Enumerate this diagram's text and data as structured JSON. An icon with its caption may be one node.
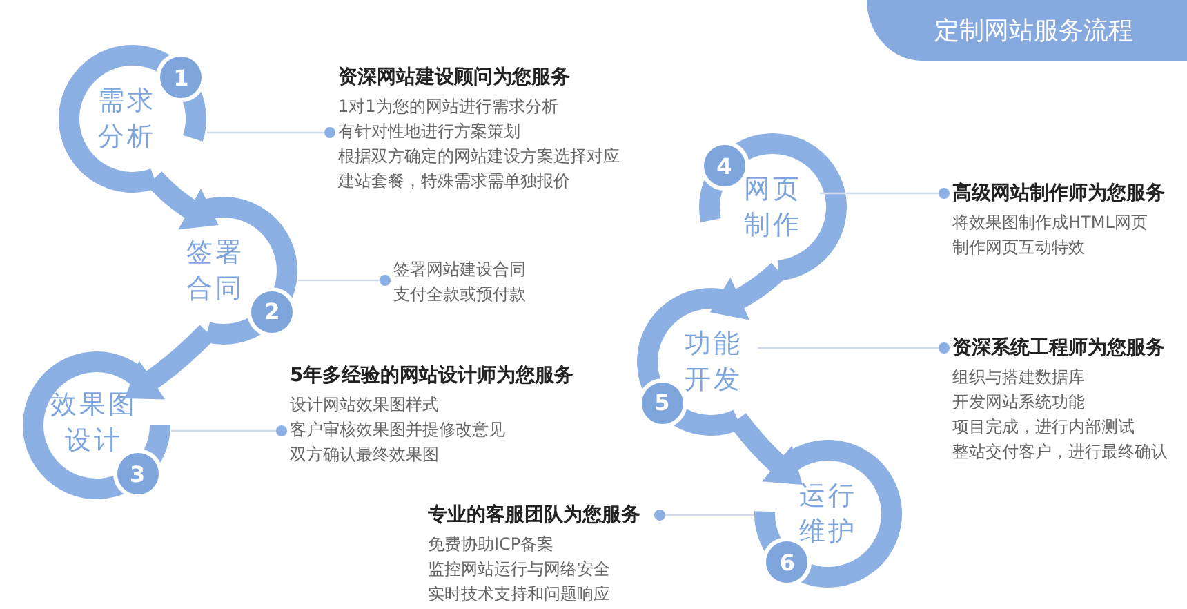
{
  "diagram": {
    "title": "定制网站服务流程",
    "nodes": [
      {
        "text": [
          "需求分析"
        ]
      },
      {
        "text": [
          "1"
        ],
        "in": 0
      },
      {
        "text": [
          "资深网站建设顾问为您服务",
          "1对1为您的网站进行需求分析",
          "有针对性地进行方案策划",
          "根据双方确定的网站建设方案选择对应建站套餐，特殊需求需单独报价"
        ]
      },
      {
        "text": [
          "签署合同"
        ]
      },
      {
        "text": [
          "2"
        ],
        "in": 3
      },
      {
        "text": [
          "签署网站建设合同",
          "支付全款或预付款"
        ]
      },
      {
        "text": [
          "效果图设计"
        ]
      },
      {
        "text": [
          "3"
        ],
        "in": 6
      },
      {
        "text": [
          "5年多经验的网站设计师为您服务",
          "设计网站效果图样式",
          "客户审核效果图并提修改意见",
          "双方确认最终效果图"
        ]
      },
      {
        "text": [
          "网页制作"
        ]
      },
      {
        "text": [
          "4"
        ],
        "in": 9
      },
      {
        "text": [
          "高级网站制作师为您服务",
          "将效果图制作成HTML网页",
          "制作网页互动特效"
        ]
      },
      {
        "text": [
          "功能开发"
        ]
      },
      {
        "text": [
          "5"
        ],
        "in": 12
      },
      {
        "text": [
          "资深系统工程师为您服务",
          "组织与搭建数据库",
          "开发网站系统功能",
          "项目完成，进行内部测试",
          "整站交付客户，进行最终确认"
        ]
      },
      {
        "text": [
          "运行维护"
        ]
      },
      {
        "text": [
          "6"
        ],
        "in": 15
      },
      {
        "text": [
          "专业的客服团队为您服务",
          "免费协助ICP备案",
          "监控网站运行与网络安全",
          "实时技术支持和问题响应"
        ]
      }
    ],
    "edges": [
      {
        "from": 0,
        "to": 3,
        "arrow": "to",
        "style": "thick",
        "color": "#8cb0e3"
      },
      {
        "from": 3,
        "to": 6,
        "arrow": "to",
        "style": "thick",
        "color": "#8cb0e3"
      },
      {
        "from": 9,
        "to": 12,
        "arrow": "to",
        "style": "thick",
        "color": "#8cb0e3"
      },
      {
        "from": 12,
        "to": 15,
        "arrow": "to",
        "style": "thick",
        "color": "#8cb0e3"
      },
      {
        "from": 0,
        "to": 2,
        "arrow": "other"
      },
      {
        "from": 3,
        "to": 5,
        "arrow": "other"
      },
      {
        "from": 6,
        "to": 8,
        "arrow": "other"
      },
      {
        "from": 9,
        "to": 11,
        "arrow": "other"
      },
      {
        "from": 12,
        "to": 14,
        "arrow": "other"
      },
      {
        "from": 15,
        "to": 17,
        "arrow": "other"
      }
    ]
  }
}
